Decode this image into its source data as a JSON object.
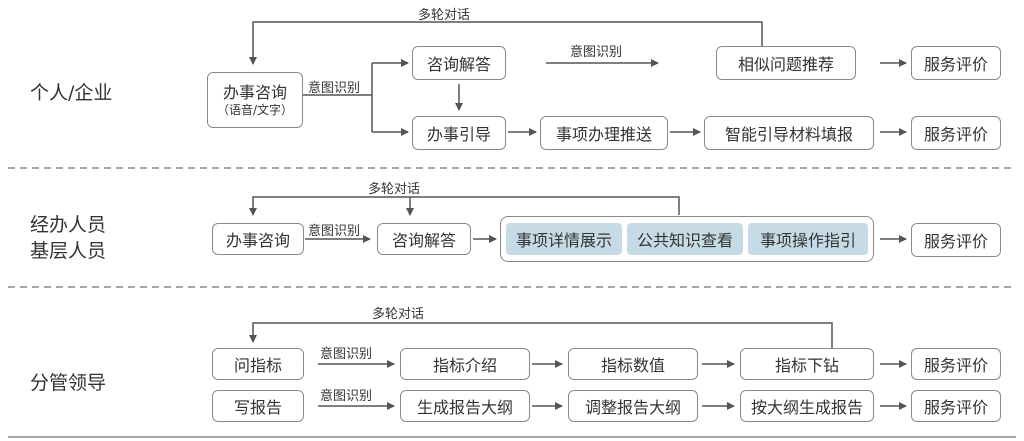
{
  "sections": [
    {
      "role_lines": [
        "个人/企业"
      ],
      "loop_label": "多轮对话",
      "entry": {
        "title": "办事咨询",
        "subtitle": "（语音/文字）"
      },
      "intent_label": "意图识别",
      "upper": {
        "node": "咨询解答",
        "mid_label": "意图识别",
        "target": "相似问题推荐",
        "end": "服务评价"
      },
      "lower": {
        "steps": [
          "办事引导",
          "事项办理推送",
          "智能引导材料填报"
        ],
        "end": "服务评价"
      }
    },
    {
      "role_lines": [
        "经办人员",
        "基层人员"
      ],
      "loop_label": "多轮对话",
      "entry": "办事咨询",
      "intent_label": "意图识别",
      "answer": "咨询解答",
      "group_items": [
        "事项详情展示",
        "公共知识查看",
        "事项操作指引"
      ],
      "end": "服务评价"
    },
    {
      "role_lines": [
        "分管领导"
      ],
      "loop_label": "多轮对话",
      "rows": [
        {
          "entry": "问指标",
          "intent_label": "意图识别",
          "steps": [
            "指标介绍",
            "指标数值",
            "指标下钻"
          ],
          "end": "服务评价"
        },
        {
          "entry": "写报告",
          "intent_label": "意图识别",
          "steps": [
            "生成报告大纲",
            "调整报告大纲",
            "按大纲生成报告"
          ],
          "end": "服务评价"
        }
      ]
    }
  ],
  "colors": {
    "line": "#555555",
    "box_border": "#8a8a8a",
    "highlight": "#c7dbe6",
    "divider": "#888888"
  }
}
